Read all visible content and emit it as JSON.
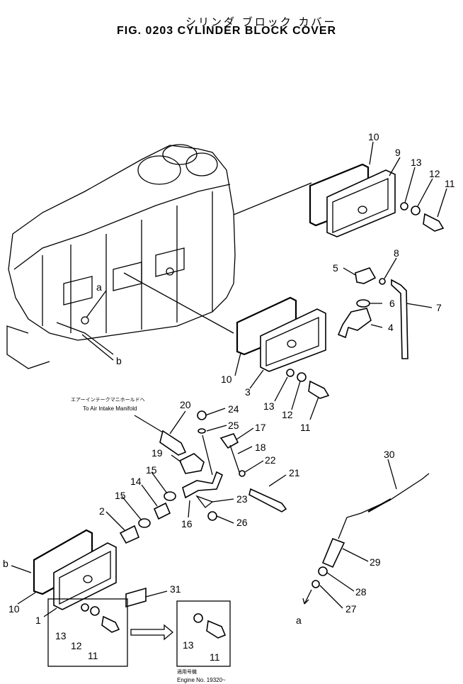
{
  "header": {
    "subtitle_jp": "シリンダ ブロック カバー",
    "title": "FIG. 0203  CYLINDER BLOCK COVER"
  },
  "callouts": {
    "p1": "1",
    "p2": "2",
    "p3": "3",
    "p4": "4",
    "p5": "5",
    "p6": "6",
    "p7": "7",
    "p8": "8",
    "p9": "9",
    "p10a": "10",
    "p10b": "10",
    "p10c": "10",
    "p11a": "11",
    "p11b": "11",
    "p11c": "11",
    "p11d": "11",
    "p12a": "12",
    "p12b": "12",
    "p12c": "12",
    "p13a": "13",
    "p13b": "13",
    "p13c": "13",
    "p13d": "13",
    "p14": "14",
    "p15a": "15",
    "p15b": "15",
    "p16": "16",
    "p17": "17",
    "p18": "18",
    "p19": "19",
    "p20": "20",
    "p21": "21",
    "p22": "22",
    "p23": "23",
    "p24": "24",
    "p25": "25",
    "p26": "26",
    "p27": "27",
    "p28": "28",
    "p29": "29",
    "p30": "30",
    "p31": "31",
    "ref_a1": "a",
    "ref_a2": "a",
    "ref_b1": "b",
    "ref_b2": "b"
  },
  "notes": {
    "intake_jp": "エアーインテークマニホールドへ",
    "intake_en": "To Air Intake Manifold",
    "serial_jp": "適用号機",
    "serial_en": "Engine No. 19320~"
  }
}
